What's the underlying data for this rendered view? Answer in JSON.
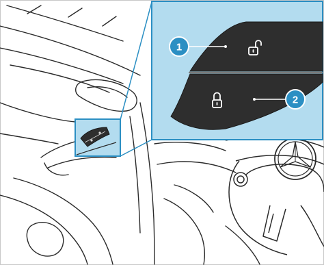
{
  "figure": {
    "description_visible": false
  },
  "callouts": [
    {
      "number": "1",
      "target": "unlock-button"
    },
    {
      "number": "2",
      "target": "lock-button"
    }
  ],
  "icons": {
    "unlock": "unlocked-padlock-icon",
    "lock": "locked-padlock-icon"
  },
  "colors": {
    "inset_background": "#b3dcef",
    "inset_border": "#2b8fc3",
    "callout_fill": "#2b8fc3",
    "callout_stroke": "#ffffff",
    "button_fill": "#2e2e2e",
    "line_art": "#2b2b2b"
  }
}
